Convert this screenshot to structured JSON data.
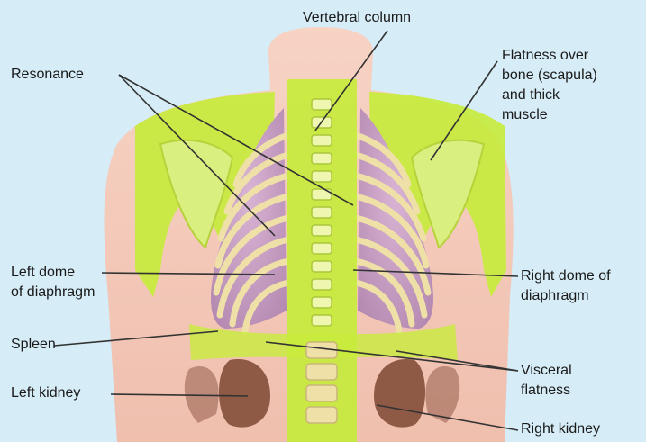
{
  "labels": {
    "vertebral_column": "Vertebral column",
    "flatness": [
      "Flatness over",
      "bone (scapula)",
      "and thick",
      "muscle"
    ],
    "resonance": "Resonance",
    "left_dome": [
      "Left dome",
      "of diaphragm"
    ],
    "right_dome": [
      "Right dome of",
      "diaphragm"
    ],
    "spleen": "Spleen",
    "visceral_flatness": [
      "Visceral",
      "flatness"
    ],
    "left_kidney": "Left kidney",
    "right_kidney": "Right kidney"
  },
  "colors": {
    "background": "#d6ecf6",
    "skin": "#f4c7b6",
    "flatness_zone": "#c7ec3c",
    "lung": "#c9a0c5",
    "rib": "#efe0a8",
    "kidney": "#8f5a45",
    "leader_line": "#333333"
  }
}
